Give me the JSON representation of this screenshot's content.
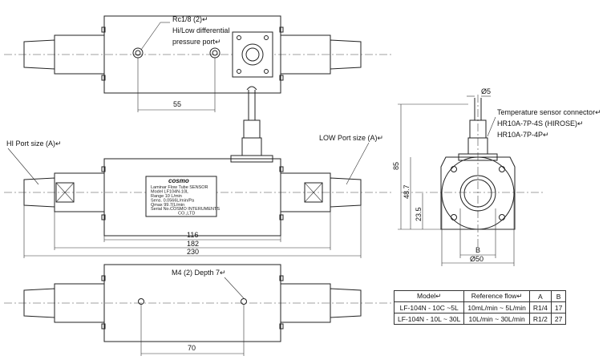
{
  "top_view": {
    "port_label_1": "Rc1/8 (2)↵",
    "port_label_2": "Hi/Low differential",
    "port_label_3": "pressure port↵",
    "dim_55": "55"
  },
  "front_view": {
    "hi_port": "HI Port size (A)↵",
    "low_port": "LOW Port size (A)↵",
    "nameplate": {
      "brand": "cosmo",
      "line1": "Laminar Flow Tube SENSOR",
      "line2": "Model LF104N-10L",
      "line3": "Range 10 L/min",
      "line4": "Sens. 0.0566L/min/Pa",
      "line5": "Qmax  99.7(L/min",
      "line6": "Serial No.",
      "line7": "COSMO INTERUMENTS",
      "line8": "CO.,LTD"
    },
    "dim_116": "116",
    "dim_182": "182",
    "dim_230": "230"
  },
  "bottom_view": {
    "m4_label": "M4 (2) Depth 7↵",
    "dim_70": "70"
  },
  "side_view": {
    "dia5": "Ø5",
    "conn_1": "Temperature sensor connector↵",
    "conn_2": "HR10A-7P-4S (HIROSE)↵",
    "conn_3": "HR10A-7P-4P↵",
    "dim_85": "85",
    "dim_48": "48.7",
    "dim_23": "23.5",
    "dim_b": "B",
    "dim_50": "Ø50"
  },
  "spec_table": {
    "headers": [
      "Model↵",
      "Reference flow↵",
      "A",
      "B"
    ],
    "rows": [
      [
        "LF-104N - 10C ~5L",
        "10mL/min ~ 5L/min",
        "R1/4",
        "17"
      ],
      [
        "LF-104N - 10L ~ 30L",
        "10L/min ~ 30L/min",
        "R1/2",
        "27"
      ]
    ]
  }
}
